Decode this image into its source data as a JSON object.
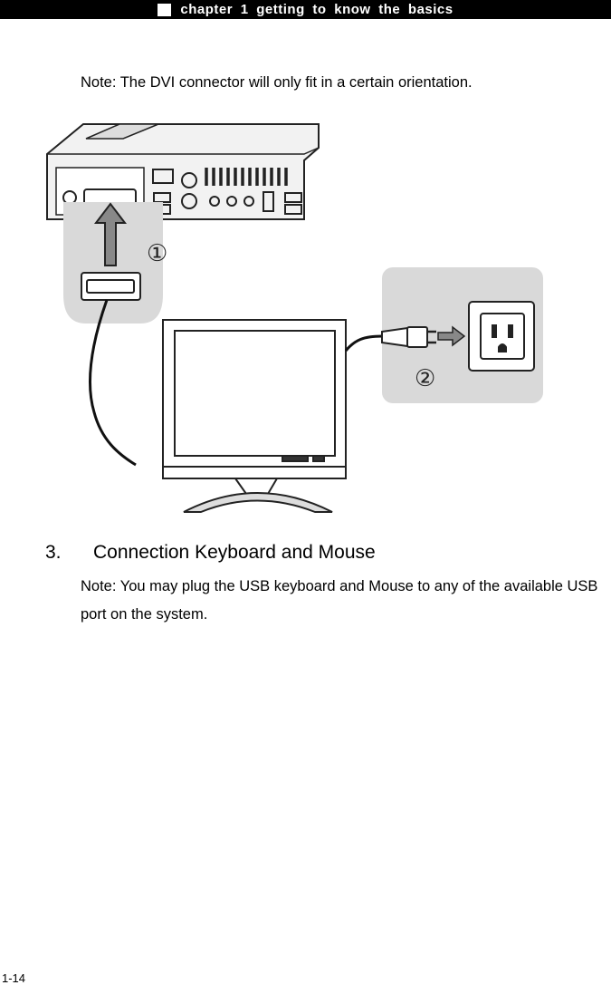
{
  "header": {
    "title": "chapter 1 getting to know the basics"
  },
  "notes": {
    "dvi_note": "Note: The DVI connector will only fit in a certain orientation."
  },
  "figure": {
    "step_markers": [
      "①",
      "②"
    ],
    "icons": [
      "computer-rear-panel-icon",
      "dvi-connector-icon",
      "up-arrow-icon",
      "monitor-icon",
      "power-plug-icon",
      "right-arrow-icon",
      "wall-outlet-icon"
    ]
  },
  "section": {
    "number": "3.",
    "title": "Connection Keyboard and Mouse",
    "note": "Note: You may plug the USB keyboard and Mouse to any of the available USB port on the system."
  },
  "footer": {
    "page_number": "1-14"
  }
}
